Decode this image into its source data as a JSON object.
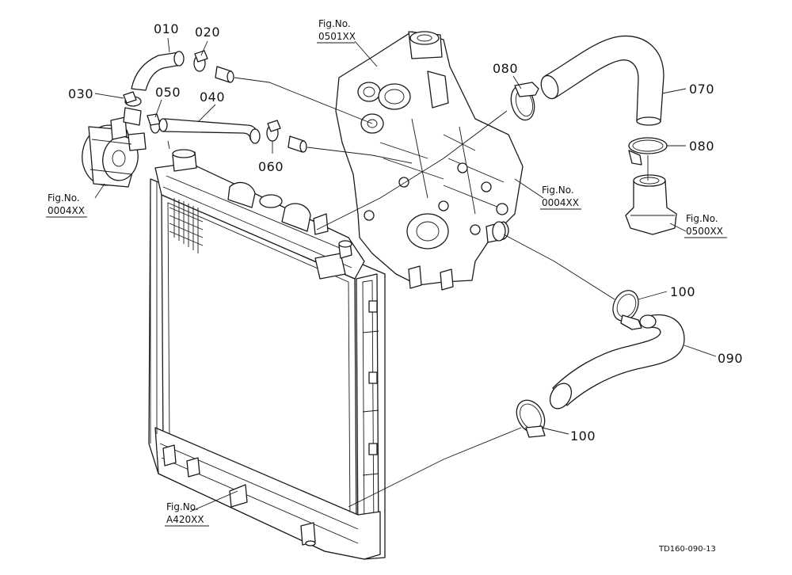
{
  "callouts": {
    "p010": "010",
    "p020": "020",
    "p030": "030",
    "p040": "040",
    "p050": "050",
    "p060": "060",
    "p070": "070",
    "p080a": "080",
    "p080b": "080",
    "p090": "090",
    "p100a": "100",
    "p100b": "100"
  },
  "refs": {
    "engine_top": {
      "l1": "Fig.No.",
      "l2": "0501XX"
    },
    "engine_side": {
      "l1": "Fig.No.",
      "l2": "0004XX"
    },
    "oil_cooler": {
      "l1": "Fig.No.",
      "l2": "0004XX"
    },
    "thermostat": {
      "l1": "Fig.No.",
      "l2": "0500XX"
    },
    "radiator": {
      "l1": "Fig.No.",
      "l2": "A420XX"
    }
  },
  "drawing_code": "TD160-090-13"
}
